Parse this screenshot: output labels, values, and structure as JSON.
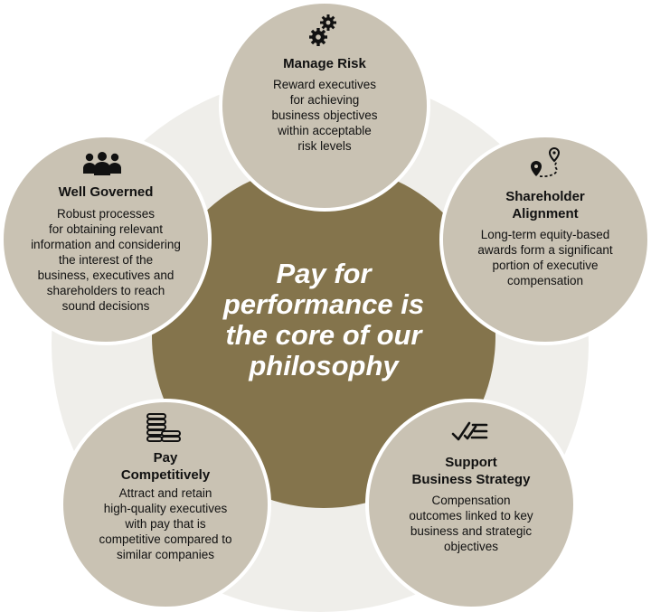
{
  "center": {
    "lines": [
      "Pay for",
      "performance is",
      "the core of our",
      "philosophy"
    ]
  },
  "nodes": [
    {
      "id": "manage-risk",
      "icon": "gears-icon",
      "title_lines": [
        "Manage Risk"
      ],
      "desc_lines": [
        "Reward executives",
        "for achieving",
        "business objectives",
        "within acceptable",
        "risk levels"
      ]
    },
    {
      "id": "shareholder-alignment",
      "icon": "map-route-icon",
      "title_lines": [
        "Shareholder",
        "Alignment"
      ],
      "desc_lines": [
        "Long-term equity-based",
        "awards form a significant",
        "portion of executive",
        "compensation"
      ]
    },
    {
      "id": "support-business-strategy",
      "icon": "checklist-icon",
      "title_lines": [
        "Support",
        "Business Strategy"
      ],
      "desc_lines": [
        "Compensation",
        "outcomes linked to key",
        "business and strategic",
        "objectives"
      ]
    },
    {
      "id": "pay-competitively",
      "icon": "coins-icon",
      "title_lines": [
        "Pay",
        "Competitively"
      ],
      "desc_lines": [
        "Attract and retain",
        "high-quality executives",
        "with pay that is",
        "competitive compared to",
        "similar companies"
      ]
    },
    {
      "id": "well-governed",
      "icon": "group-icon",
      "title_lines": [
        "Well Governed"
      ],
      "desc_lines": [
        "Robust processes",
        "for obtaining relevant",
        "information and considering",
        "the interest of the",
        "business, executives and",
        "shareholders to reach",
        "sound decisions"
      ]
    }
  ],
  "colors": {
    "center": "#84744c",
    "node": "#c9c2b3",
    "ring": "#efeeea"
  }
}
